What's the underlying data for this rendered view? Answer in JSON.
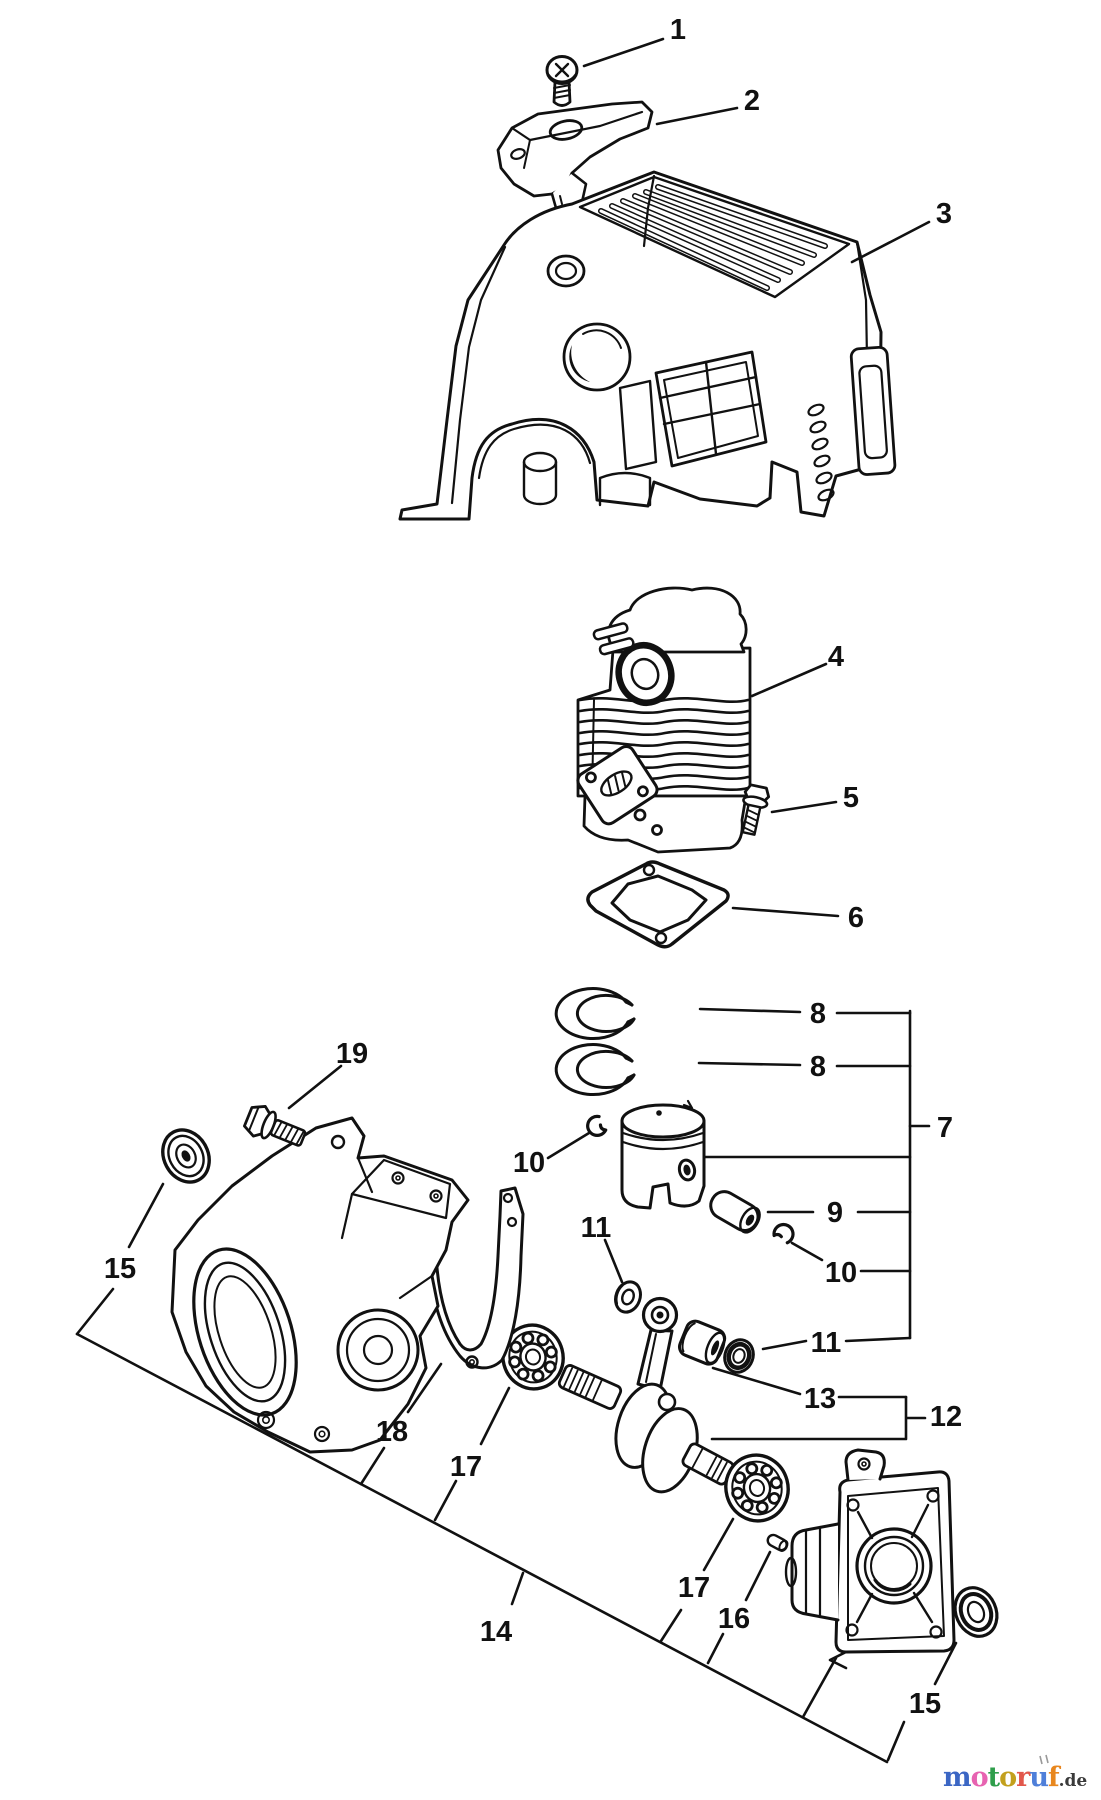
{
  "page": {
    "background": "#ffffff",
    "ink": "#111111"
  },
  "callouts": [
    {
      "id": "c1",
      "label": "1"
    },
    {
      "id": "c2",
      "label": "2"
    },
    {
      "id": "c3",
      "label": "3"
    },
    {
      "id": "c4",
      "label": "4"
    },
    {
      "id": "c5",
      "label": "5"
    },
    {
      "id": "c6",
      "label": "6"
    },
    {
      "id": "c7",
      "label": "7"
    },
    {
      "id": "c8a",
      "label": "8"
    },
    {
      "id": "c8b",
      "label": "8"
    },
    {
      "id": "c9",
      "label": "9"
    },
    {
      "id": "c10a",
      "label": "10"
    },
    {
      "id": "c10b",
      "label": "10"
    },
    {
      "id": "c11a",
      "label": "11"
    },
    {
      "id": "c11b",
      "label": "11"
    },
    {
      "id": "c12",
      "label": "12"
    },
    {
      "id": "c13",
      "label": "13"
    },
    {
      "id": "c14",
      "label": "14"
    },
    {
      "id": "c15a",
      "label": "15"
    },
    {
      "id": "c15b",
      "label": "15"
    },
    {
      "id": "c16",
      "label": "16"
    },
    {
      "id": "c17a",
      "label": "17"
    },
    {
      "id": "c17b",
      "label": "17"
    },
    {
      "id": "c18",
      "label": "18"
    },
    {
      "id": "c19",
      "label": "19"
    }
  ],
  "watermark": {
    "letters": [
      {
        "char": "m",
        "color": "#3b66c4"
      },
      {
        "char": "o",
        "color": "#e763b1"
      },
      {
        "char": "t",
        "color": "#2f9e4b"
      },
      {
        "char": "o",
        "color": "#c3a01d"
      },
      {
        "char": "r",
        "color": "#e2574b"
      },
      {
        "char": "u",
        "color": "#4f7fd9"
      },
      {
        "char": "f",
        "color": "#e8871e"
      }
    ],
    "suffix": ".de",
    "suffix_color": "#3a3a3a"
  }
}
